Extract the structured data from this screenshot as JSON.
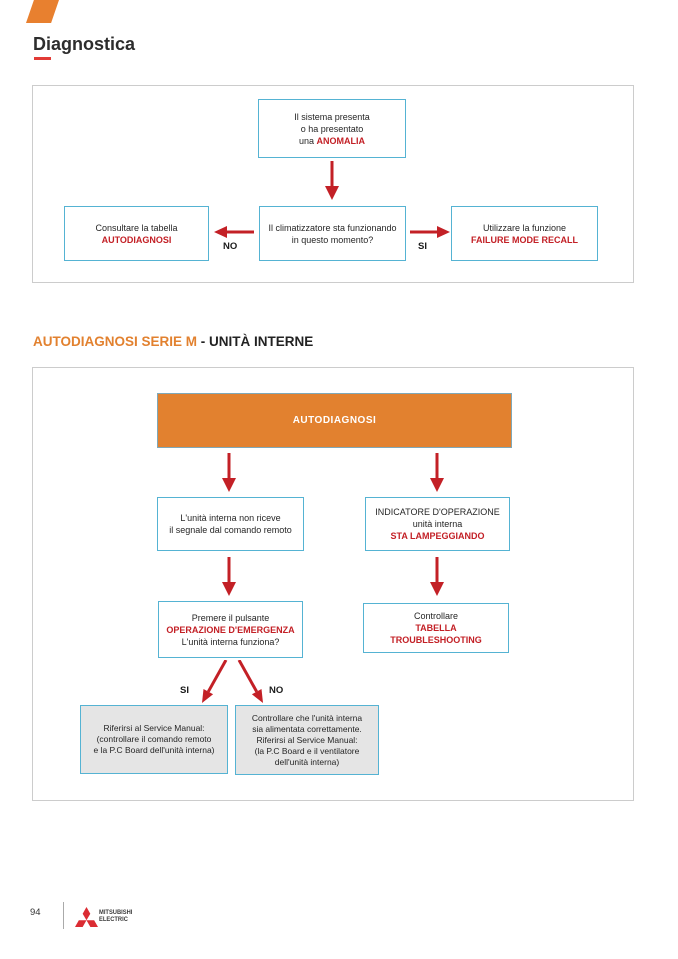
{
  "colors": {
    "accent_orange": "#E2812F",
    "arrow_red": "#C32026",
    "red_text": "#C32026",
    "box_border_cyan": "#55B3D3",
    "gray_box_fill": "#E5E5E5",
    "panel_border": "#CCCCCC",
    "mitsubishi_red": "#DB2C33",
    "title_underline_red": "#E23B36"
  },
  "header": {
    "title": "Diagnostica"
  },
  "section_heading": {
    "orange": "AUTODIAGNOSI SERIE M",
    "black": " - UNITÀ INTERNE"
  },
  "flowchart1": {
    "top_box": {
      "line1": "Il sistema presenta",
      "line2": "o ha presentato",
      "line3_plain": "una ",
      "line3_red": "ANOMALIA"
    },
    "left_box": {
      "line1": "Consultare la tabella",
      "line2_red": "AUTODIAGNOSI"
    },
    "center_box": {
      "line1": "Il climatizzatore sta funzionando",
      "line2": "in questo momento?"
    },
    "right_box": {
      "line1": "Utilizzare la funzione",
      "line2_red": "FAILURE MODE RECALL"
    },
    "no_label": "NO",
    "si_label": "SI"
  },
  "flowchart2": {
    "banner": "AUTODIAGNOSI",
    "left_box1": {
      "line1": "L'unità interna non riceve",
      "line2": "il segnale dal comando remoto"
    },
    "right_box1": {
      "line1": "INDICATORE D'OPERAZIONE",
      "line2": "unità interna",
      "line3_red": "STA LAMPEGGIANDO"
    },
    "left_box2": {
      "line1": "Premere il pulsante",
      "line2_red": "OPERAZIONE D'EMERGENZA",
      "line3": "L'unità interna funziona?"
    },
    "right_box2": {
      "line1": "Controllare",
      "line2_red": "TABELLA",
      "line3_red": "TROUBLESHOOTING"
    },
    "si_label": "SI",
    "no_label": "NO",
    "si_result_box": {
      "line1": "Riferirsi al Service Manual:",
      "line2": "(controllare il comando remoto",
      "line3": "e la P.C Board dell'unità interna)"
    },
    "no_result_box": {
      "line1": "Controllare che l'unità interna",
      "line2": "sia alimentata correttamente.",
      "line3": "Riferirsi al Service Manual:",
      "line4": "(la P.C Board e il ventilatore",
      "line5": "dell'unità interna)"
    }
  },
  "footer": {
    "page_number": "94",
    "brand_line1": "MITSUBISHI",
    "brand_line2": "ELECTRIC"
  }
}
